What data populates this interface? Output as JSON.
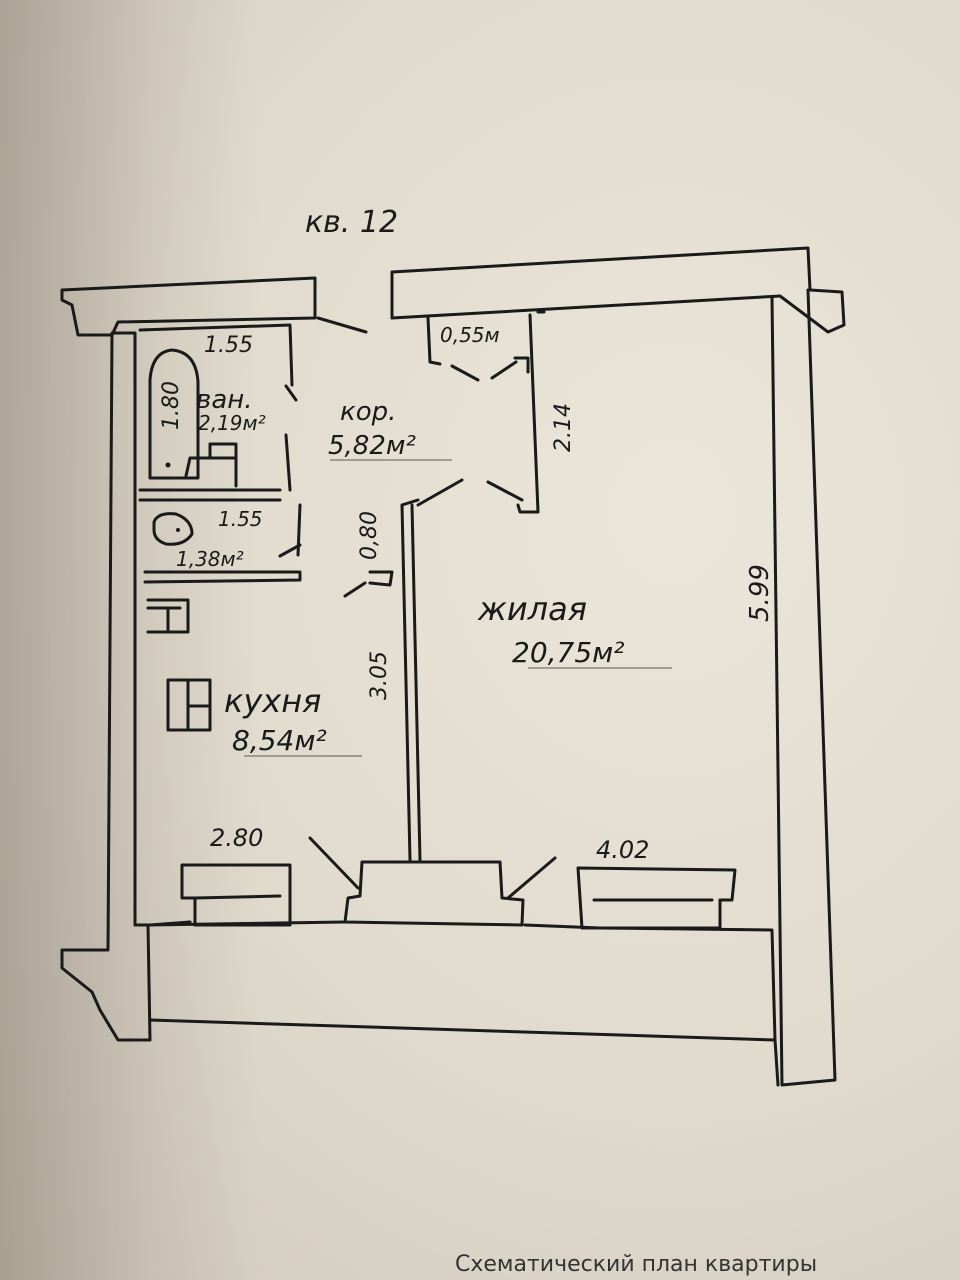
{
  "plan": {
    "apartment_label": "кв. 12",
    "colors": {
      "paper": "#e6e0d3",
      "ink": "#1a1a1a"
    },
    "rooms": {
      "bath": {
        "name": "ван.",
        "area": "2,19м²",
        "width": "1.55",
        "length": "1.80"
      },
      "toilet": {
        "area": "1,38м²",
        "width": "1.55"
      },
      "corridor": {
        "name": "кор.",
        "area": "5,82м²",
        "closet": "0,55м"
      },
      "living": {
        "name": "жилая",
        "area": "20,75м²"
      },
      "kitchen": {
        "name": "кухня",
        "area": "8,54м²"
      }
    },
    "dimensions": {
      "corridor_depth": "2.14",
      "living_length": "5.99",
      "door_width": "0,80",
      "kitchen_length": "3.05",
      "kitchen_width": "2.80",
      "living_width": "4.02"
    }
  },
  "caption": "Схематический план квартиры"
}
